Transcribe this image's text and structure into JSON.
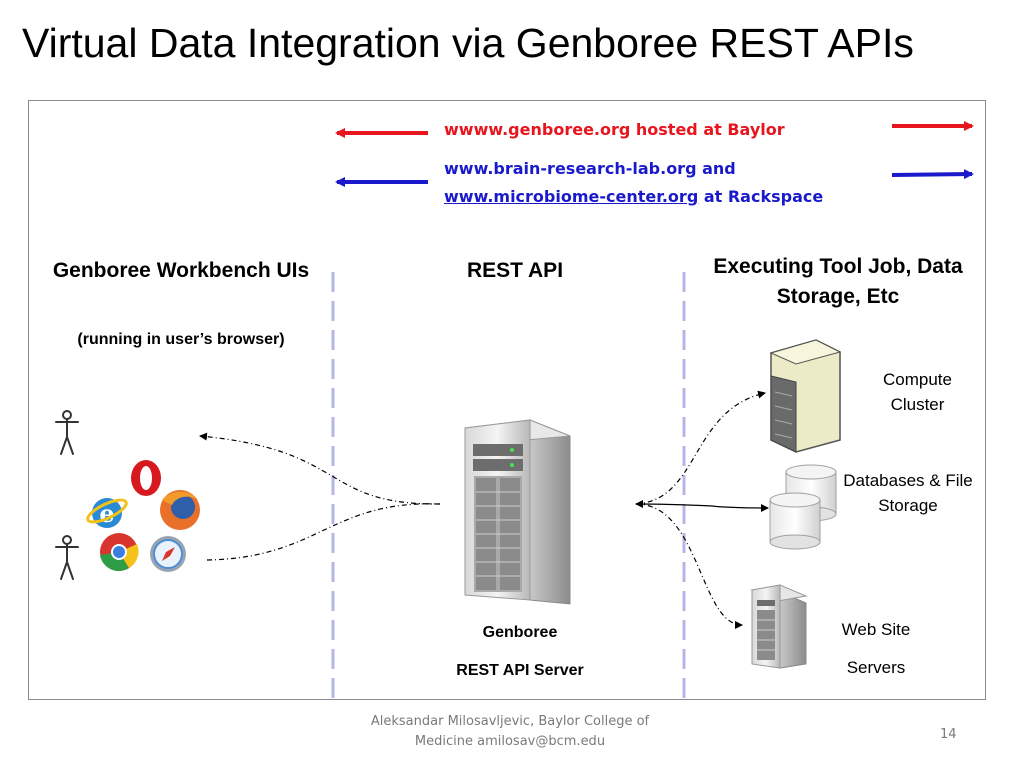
{
  "title": "Virtual Data Integration via Genboree REST APIs",
  "legend": {
    "red_text": "wwww.genboree.org hosted at Baylor",
    "blue_line1": "www.brain-research-lab.org and",
    "blue_link": "www.microbiome-center.org",
    "blue_suffix": " at Rackspace",
    "red_color": "#e8141e",
    "blue_color": "#1a1acc"
  },
  "columns": {
    "left": {
      "heading": "Genboree Workbench UIs",
      "subheading": "(running in user’s browser)"
    },
    "middle": {
      "heading": "REST API"
    },
    "right": {
      "heading": "Executing Tool Job, Data Storage, Etc"
    }
  },
  "server": {
    "label_line1": "Genboree",
    "label_line2": "REST API Server"
  },
  "resources": {
    "compute": "Compute Cluster",
    "databases": "Databases & File Storage",
    "web_line1": "Web Site",
    "web_line2": "Servers"
  },
  "footer": {
    "author": "Aleksandar Milosavljevic, Baylor College of Medicine amilosav@bcm.edu",
    "page": "14"
  },
  "icons": [
    "person-icon",
    "opera-icon",
    "internet-explorer-icon",
    "firefox-icon",
    "chrome-icon",
    "safari-icon",
    "server-icon",
    "compute-cluster-icon",
    "database-icon"
  ]
}
